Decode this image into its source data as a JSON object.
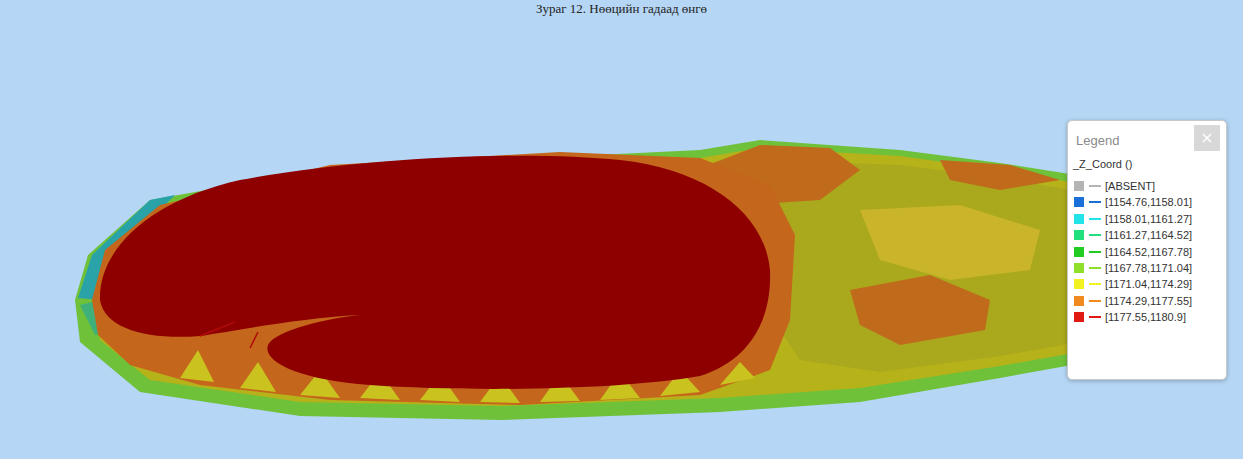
{
  "diagram": {
    "caption": "Зураг 12. Нөөцийн гадаад өнгө",
    "labels": [
      "Legend",
      "_Z_Coord ()"
    ],
    "legend": [
      {
        "text": "[ABSENT]",
        "color": "#b4b4b4"
      },
      {
        "text": "[1154.76,1158.01]",
        "color": "#1a6fd8"
      },
      {
        "text": "[1158.01,1161.27]",
        "color": "#22e3e8"
      },
      {
        "text": "[1161.27,1164.52]",
        "color": "#1fe07c"
      },
      {
        "text": "[1164.52,1167.78]",
        "color": "#22cc22"
      },
      {
        "text": "[1167.78,1171.04]",
        "color": "#8fe02a"
      },
      {
        "text": "[1171.04,1174.29]",
        "color": "#f2f222"
      },
      {
        "text": "[1174.29,1177.55]",
        "color": "#f08a1e"
      },
      {
        "text": "[1177.55,1180.9]",
        "color": "#e01a12"
      }
    ]
  }
}
